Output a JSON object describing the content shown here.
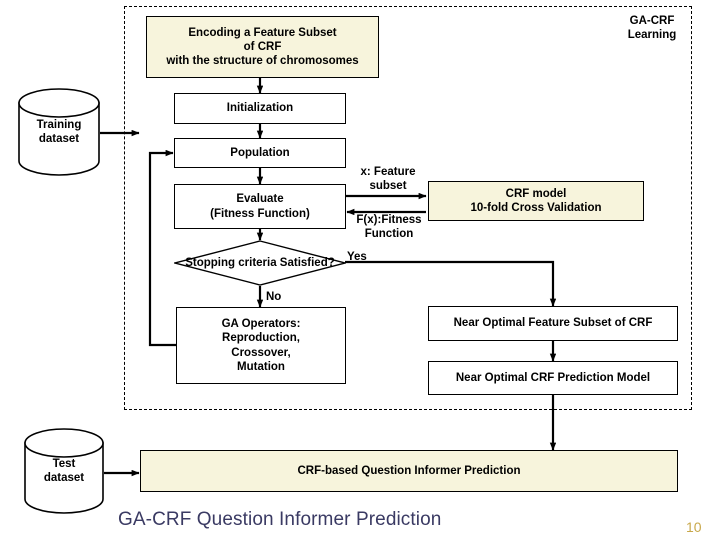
{
  "slide": {
    "title": "GA-CRF Question Informer Prediction",
    "number": "10"
  },
  "region": {
    "label": "GA-CRF\nLearning"
  },
  "datasets": [
    {
      "name": "training",
      "label": "Training\ndataset"
    },
    {
      "name": "test",
      "label": "Test\ndataset"
    }
  ],
  "nodes": {
    "encoding": "Encoding a Feature Subset\nof CRF\nwith the structure of chromosomes",
    "initialization": "Initialization",
    "population": "Population",
    "evaluate": "Evaluate\n(Fitness Function)",
    "crf_model": "CRF model\n10-fold Cross Validation",
    "stopping": "Stopping criteria\nSatisfied?",
    "ga_operators": "GA Operators:\nReproduction,\nCrossover,\nMutation",
    "near_optimal_subset": "Near Optimal Feature Subset of CRF",
    "near_optimal_model": "Near Optimal CRF Prediction Model",
    "prediction_bar": "CRF-based Question Informer Prediction"
  },
  "edge_labels": {
    "x_feature_subset": "x: Feature\nsubset",
    "fx_fitness": "F(x):Fitness\nFunction",
    "yes": "Yes",
    "no": "No"
  },
  "colors": {
    "fill_cream": "#f7f4dc",
    "stroke": "#000000",
    "title": "#3a3a63",
    "slide_number": "#c8a84b"
  }
}
